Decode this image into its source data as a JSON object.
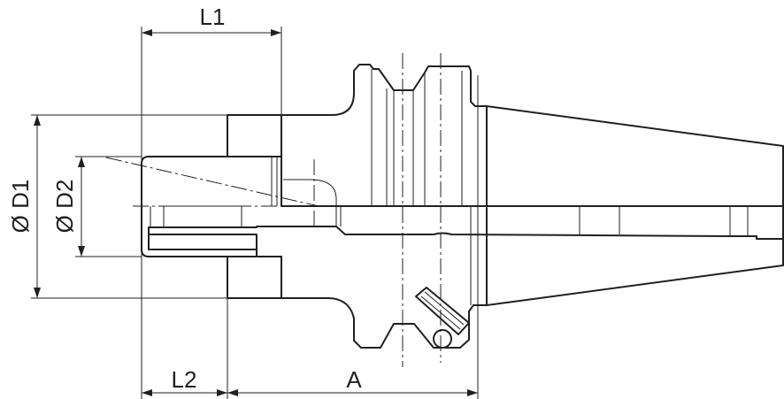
{
  "drawing": {
    "dimensions": {
      "l1": "L1",
      "l2": "L2",
      "a": "A",
      "d1": "Ø D1",
      "d2": "Ø D2"
    },
    "line_color": "#231f20"
  }
}
